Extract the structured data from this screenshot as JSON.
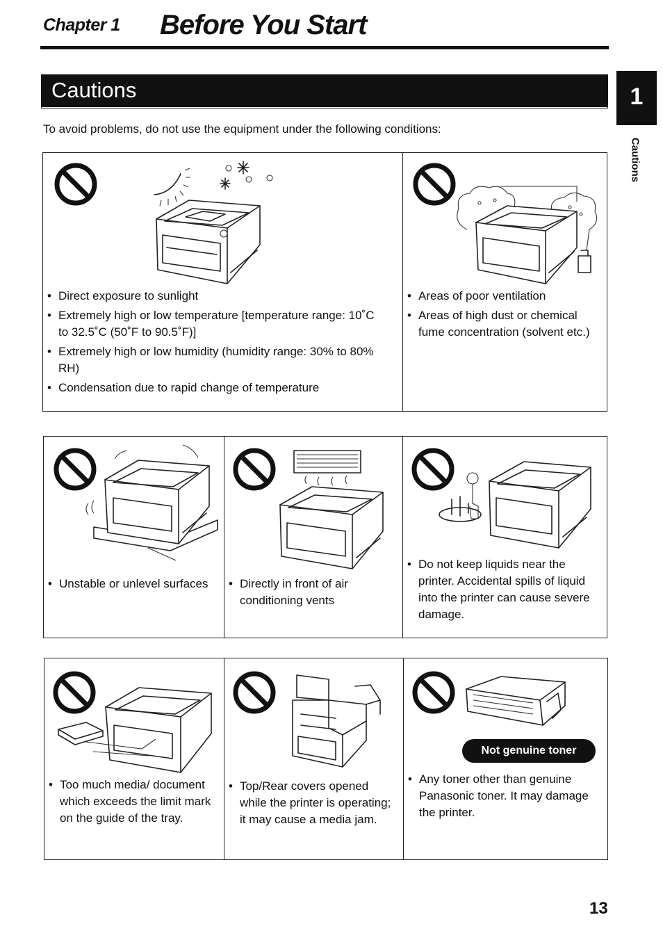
{
  "header": {
    "chapter_label": "Chapter 1",
    "chapter_title": "Before You Start"
  },
  "side_tab": {
    "number": "1",
    "label": "Cautions"
  },
  "section": {
    "heading": "Cautions",
    "intro": "To avoid problems, do not use the equipment under the following conditions:"
  },
  "panels": [
    {
      "cells": [
        {
          "illustration": "printer-in-sunlight",
          "bullets": [
            "Direct exposure to sunlight",
            "Extremely high or low temperature [temperature range: 10˚C to 32.5˚C (50˚F to 90.5˚F)]",
            "Extremely high or low humidity (humidity range: 30% to 80% RH)",
            "Condensation due to rapid change of temperature"
          ]
        },
        {
          "illustration": "printer-in-dust-cloud",
          "bullets": [
            "Areas of poor ventilation",
            "Areas of high dust or chemical fume concentration (solvent etc.)"
          ]
        }
      ]
    },
    {
      "cells": [
        {
          "illustration": "printer-on-unstable-surface",
          "bullets": [
            "Unstable or unlevel surfaces"
          ]
        },
        {
          "illustration": "printer-under-air-conditioner",
          "bullets": [
            "Directly in front of air conditioning vents"
          ]
        },
        {
          "illustration": "printer-near-liquids",
          "bullets": [
            "Do not keep liquids near the printer. Accidental spills of liquid into the printer can cause severe damage."
          ]
        }
      ]
    },
    {
      "cells": [
        {
          "illustration": "printer-with-too-much-media",
          "bullets": [
            "Too much media/ document which exceeds the limit mark on the guide of the tray."
          ]
        },
        {
          "illustration": "printer-with-covers-open",
          "bullets": [
            "Top/Rear covers opened while the printer is operating; it may cause a media jam."
          ]
        },
        {
          "illustration": "toner-cartridge",
          "badge": "Not genuine toner",
          "bullets": [
            "Any toner other than genuine Panasonic toner. It may damage the printer."
          ]
        }
      ]
    }
  ],
  "footer": {
    "page_number": "13"
  }
}
